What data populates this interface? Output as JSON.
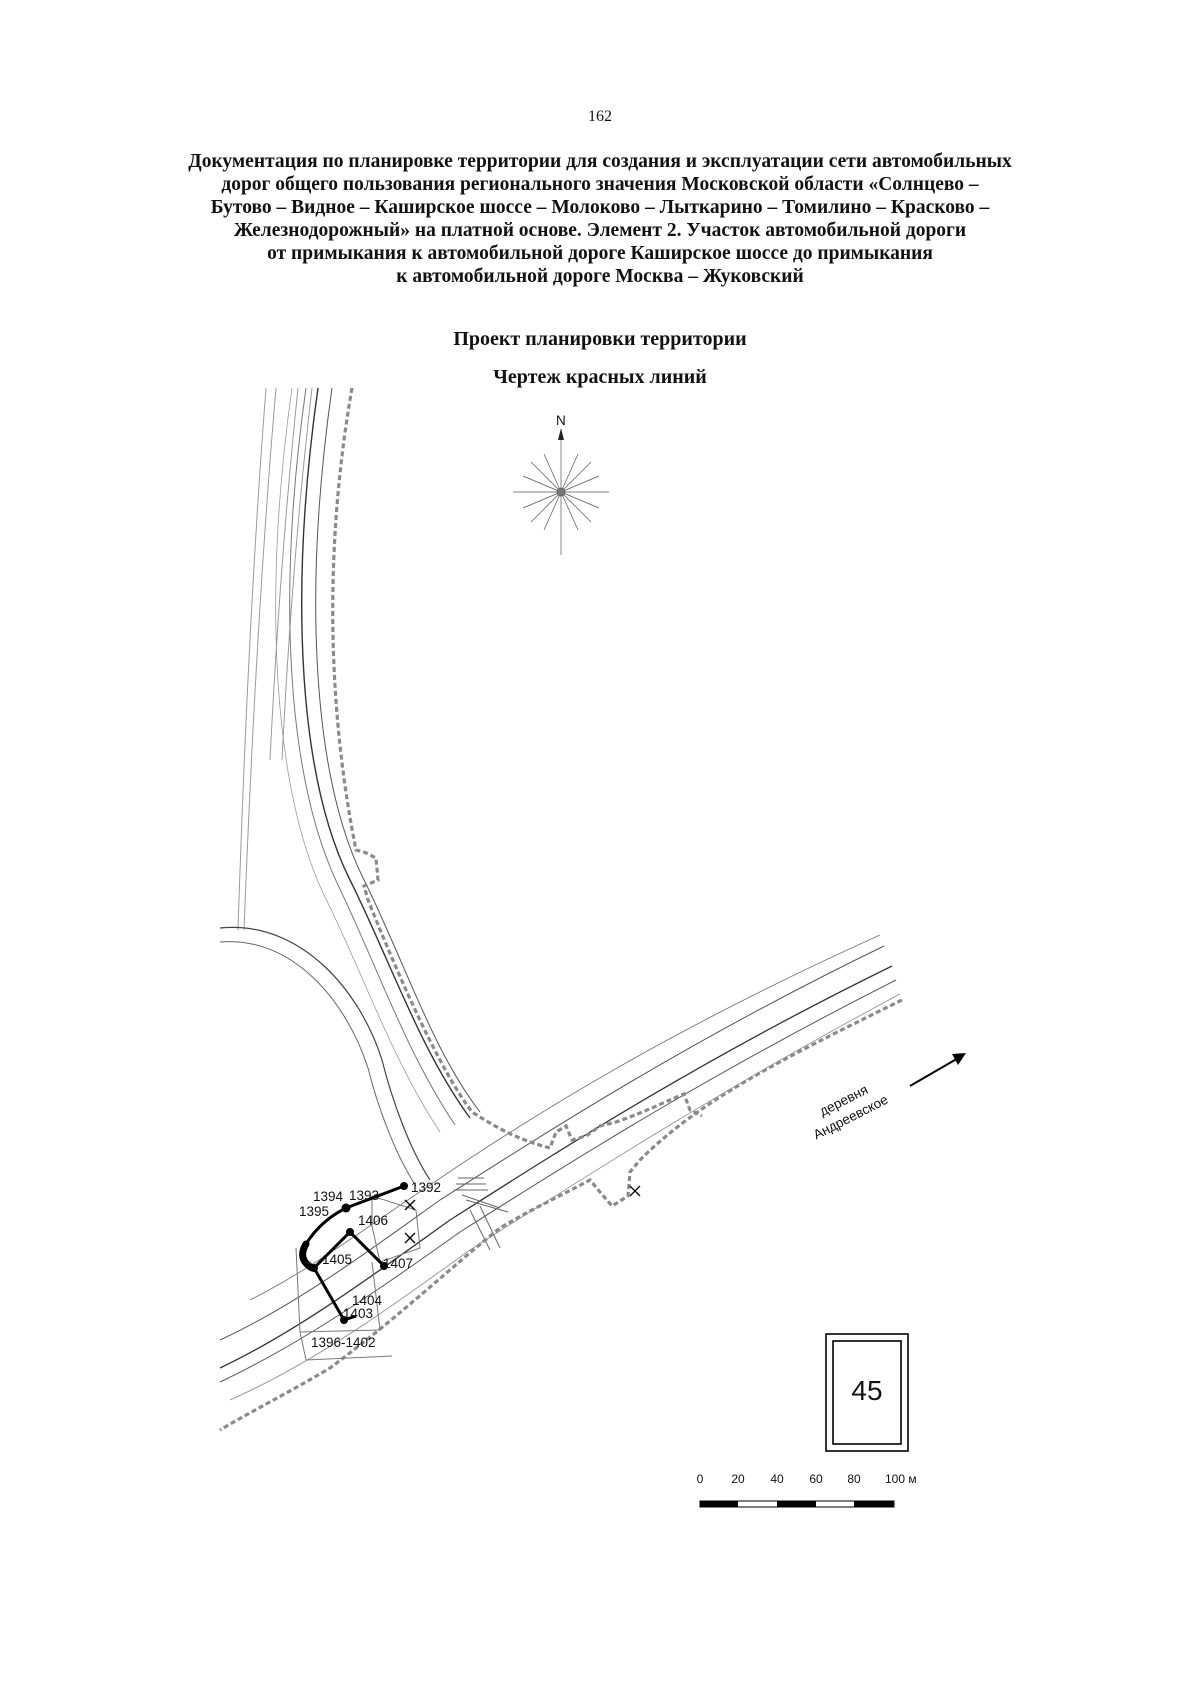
{
  "page_number": "162",
  "title_lines": [
    "Документация по планировке территории для создания и эксплуатации сети автомобильных",
    "дорог общего пользования регионального значения Московской области «Солнцево –",
    "Бутово – Видное – Каширское шоссе – Молоково – Лыткарино – Томилино – Красково –",
    "Железнодорожный» на платной основе. Элемент 2. Участок автомобильной дороги",
    "от примыкания к автомобильной дороге Каширское шоссе до примыкания",
    "к автомобильной дороге Москва – Жуковский"
  ],
  "subtitle": "Проект планировки территории",
  "drawing_title": "Чертеж красных линий",
  "compass": {
    "north_label": "N",
    "icon": "compass-rose-icon"
  },
  "direction_label": {
    "line1": "деревня",
    "line2": "Андреевское",
    "icon": "arrow-northeast-icon"
  },
  "sheet_number": "45",
  "points": {
    "p1392": "1392",
    "p1393": "1393",
    "p1394": "1394",
    "p1395": "1395",
    "p1406": "1406",
    "p1405": "1405",
    "p1407": "1407",
    "p1404": "1404",
    "p1403": "1403",
    "p1396_1402": "1396-1402"
  },
  "scale_bar": {
    "ticks": [
      "0",
      "20",
      "40",
      "60",
      "80",
      "100 м"
    ]
  }
}
